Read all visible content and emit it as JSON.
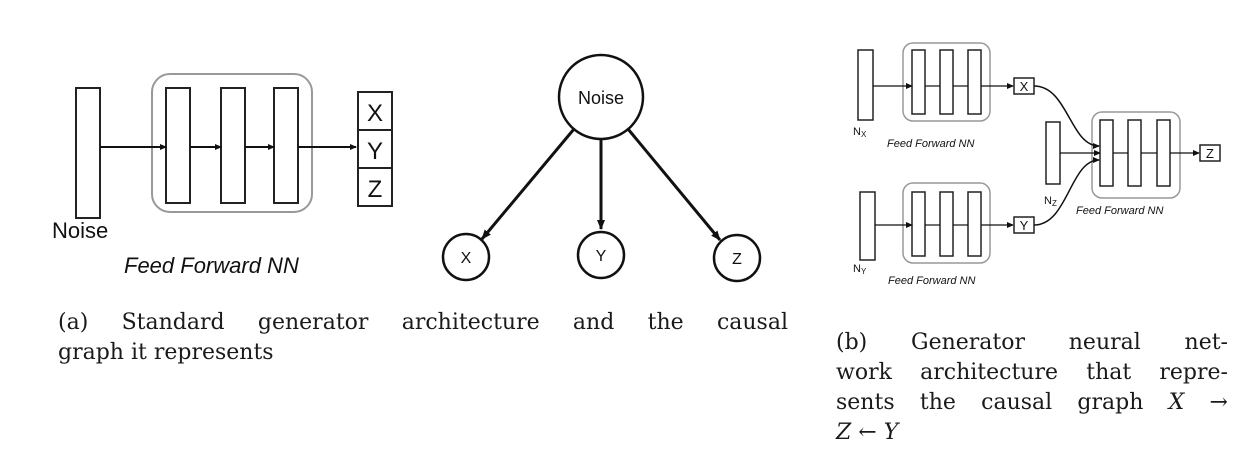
{
  "panel_a": {
    "noise_label": "Noise",
    "ffnn_label": "Feed Forward NN",
    "outputs": [
      "X",
      "Y",
      "Z"
    ],
    "graph": {
      "root": "Noise",
      "children": [
        "X",
        "Y",
        "Z"
      ]
    },
    "caption_line1": "(a) Standard generator architecture and the causal",
    "caption_line2": "graph it represents"
  },
  "panel_b": {
    "nx_label": "N",
    "nx_sub": "X",
    "ny_label": "N",
    "ny_sub": "Y",
    "nz_label": "N",
    "nz_sub": "Z",
    "ffnn_label": "Feed Forward NN",
    "outputs": [
      "X",
      "Y",
      "Z"
    ],
    "caption_line1": "(b) Generator neural net-",
    "caption_line2": "work architecture that repre-",
    "caption_line3_text": "sents the causal graph ",
    "caption_line3_math": "X →",
    "caption_line4_math": "Z ← Y"
  }
}
